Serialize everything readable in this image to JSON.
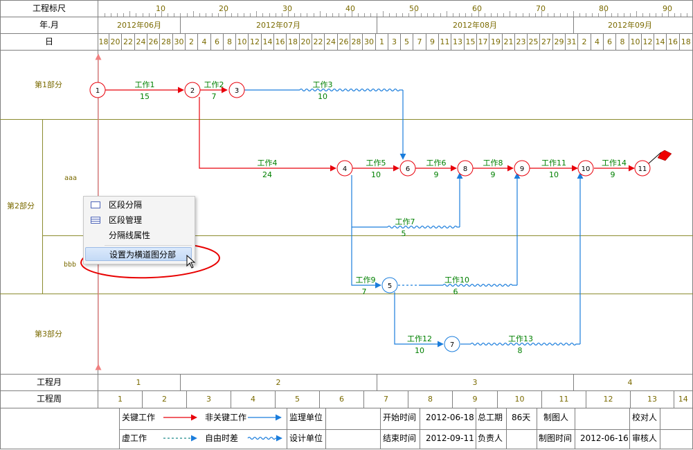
{
  "header": {
    "ruler_label": "工程标尺",
    "ruler_ticks": [
      "10",
      "20",
      "30",
      "40",
      "50",
      "60",
      "70",
      "80",
      "90"
    ],
    "ym_label": "年.月",
    "months": [
      "2012年06月",
      "2012年07月",
      "2012年08月",
      "2012年09月"
    ],
    "day_label": "日",
    "days": [
      "18",
      "20",
      "22",
      "24",
      "26",
      "28",
      "30",
      "2",
      "4",
      "6",
      "8",
      "10",
      "12",
      "14",
      "16",
      "18",
      "20",
      "22",
      "24",
      "26",
      "28",
      "30",
      "1",
      "3",
      "5",
      "7",
      "9",
      "11",
      "13",
      "15",
      "17",
      "19",
      "21",
      "23",
      "25",
      "27",
      "29",
      "31",
      "2",
      "4",
      "6",
      "8",
      "10",
      "12",
      "14",
      "16",
      "18"
    ]
  },
  "sections": {
    "part1": "第1部分",
    "part2": "第2部分",
    "sub_aaa": "aaa",
    "sub_bbb": "bbb",
    "part3": "第3部分"
  },
  "nodes": [
    "1",
    "2",
    "3",
    "4",
    "5",
    "6",
    "7",
    "8",
    "9",
    "10",
    "11"
  ],
  "works": {
    "w1": {
      "name": "工作1",
      "dur": "15"
    },
    "w2": {
      "name": "工作2",
      "dur": "7"
    },
    "w3": {
      "name": "工作3",
      "dur": "10"
    },
    "w4": {
      "name": "工作4",
      "dur": "24"
    },
    "w5": {
      "name": "工作5",
      "dur": "10"
    },
    "w6": {
      "name": "工作6",
      "dur": "9"
    },
    "w7": {
      "name": "工作7",
      "dur": "5"
    },
    "w8": {
      "name": "工作8",
      "dur": "9"
    },
    "w9": {
      "name": "工作9",
      "dur": "7"
    },
    "w10": {
      "name": "工作10",
      "dur": "6"
    },
    "w11": {
      "name": "工作11",
      "dur": "10"
    },
    "w12": {
      "name": "工作12",
      "dur": "10"
    },
    "w13": {
      "name": "工作13",
      "dur": "8"
    },
    "w14": {
      "name": "工作14",
      "dur": "9"
    }
  },
  "footer": {
    "month_label": "工程月",
    "months": [
      "1",
      "2",
      "3",
      "4"
    ],
    "week_label": "工程周",
    "weeks": [
      "1",
      "2",
      "3",
      "4",
      "5",
      "6",
      "7",
      "8",
      "9",
      "10",
      "11",
      "12",
      "13",
      "14"
    ]
  },
  "legend": {
    "critical": "关键工作",
    "noncritical": "非关键工作",
    "dummy": "虚工作",
    "float": "自由时差"
  },
  "info": {
    "supervisor_label": "监理单位",
    "supervisor": "",
    "designer_label": "设计单位",
    "designer": "",
    "start_label": "开始时间",
    "start": "2012-06-18",
    "end_label": "结束时间",
    "end": "2012-09-11",
    "duration_label": "总工期",
    "duration": "86天",
    "owner_label": "负责人",
    "owner": "",
    "drawer_label": "制图人",
    "drawer": "",
    "draw_time_label": "制图时间",
    "draw_time": "2012-06-16",
    "checker_label": "校对人",
    "checker": "",
    "reviewer_label": "审核人",
    "reviewer": ""
  },
  "context_menu": {
    "items": [
      "区段分隔",
      "区段管理",
      "分隔线属性",
      "设置为横道图分部"
    ]
  },
  "colors": {
    "critical": "#e8000b",
    "noncritical": "#1a7ddc",
    "label": "#008000",
    "section_text": "#7a6a00",
    "grid": "#7f7f7f",
    "section_line": "#8b8b2e",
    "time_line": "#f08080"
  }
}
